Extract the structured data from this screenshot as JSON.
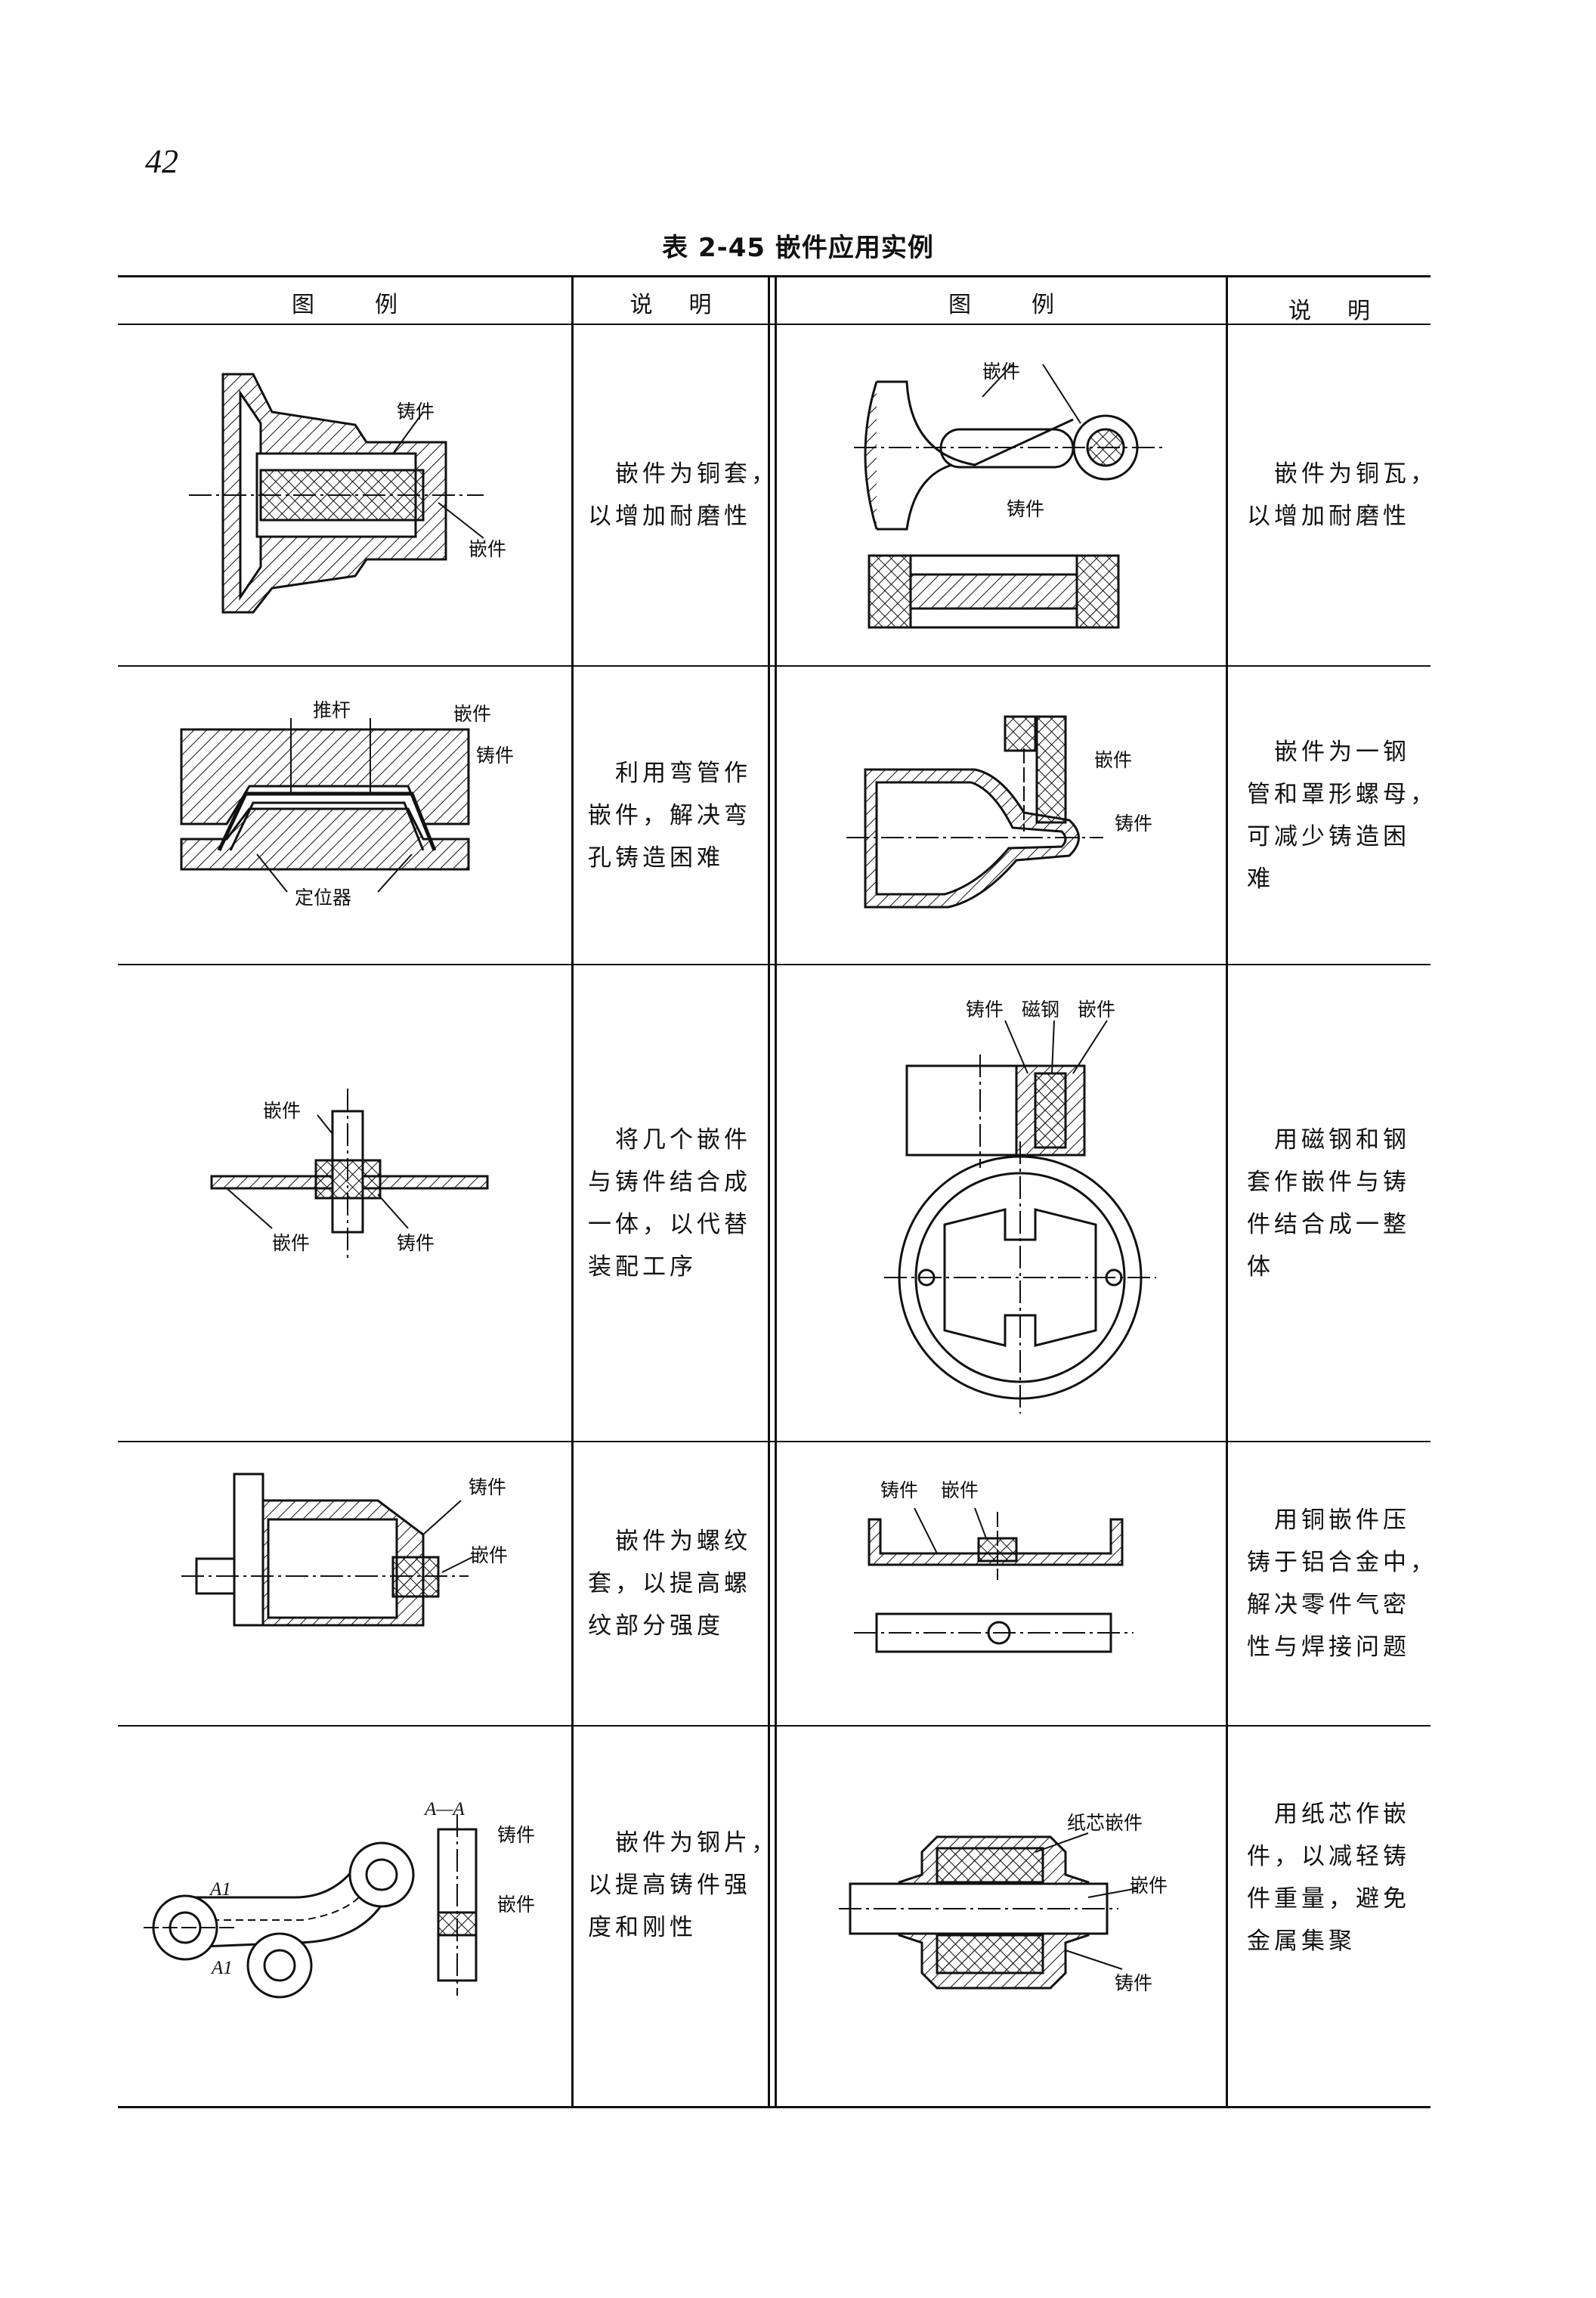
{
  "page_number": "42",
  "title": "表 2-45   嵌件应用实例",
  "headers": {
    "figure_left": [
      "图",
      "例"
    ],
    "desc_left": [
      "说",
      "明"
    ],
    "figure_right": [
      "图",
      "例"
    ],
    "desc_right": [
      "说",
      "明"
    ]
  },
  "rows": [
    {
      "left": {
        "labels": [
          "铸件",
          "嵌件"
        ],
        "description": [
          "　嵌件为铜套，",
          "以增加耐磨性"
        ]
      },
      "right": {
        "labels": [
          "嵌件",
          "铸件"
        ],
        "description": [
          "　嵌件为铜瓦，",
          "以增加耐磨性"
        ]
      }
    },
    {
      "left": {
        "labels": [
          "推杆",
          "嵌件",
          "铸件",
          "定位器"
        ],
        "description": [
          "　利用弯管作",
          "嵌件，解决弯",
          "孔铸造困难"
        ]
      },
      "right": {
        "labels": [
          "嵌件",
          "铸件"
        ],
        "description": [
          "　嵌件为一钢",
          "管和罩形螺母，",
          "可减少铸造困",
          "难"
        ]
      }
    },
    {
      "left": {
        "labels": [
          "嵌件",
          "嵌件",
          "铸件"
        ],
        "description": [
          "　将几个嵌件",
          "与铸件结合成",
          "一体，以代替",
          "装配工序"
        ]
      },
      "right": {
        "labels": [
          "铸件",
          "磁钢",
          "嵌件"
        ],
        "description": [
          "　用磁钢和钢",
          "套作嵌件与铸",
          "件结合成一整",
          "体"
        ]
      }
    },
    {
      "left": {
        "labels": [
          "铸件",
          "嵌件"
        ],
        "description": [
          "　嵌件为螺纹",
          "套，以提高螺",
          "纹部分强度"
        ]
      },
      "right": {
        "labels": [
          "铸件",
          "嵌件"
        ],
        "description": [
          "　用铜嵌件压",
          "铸于铝合金中，",
          "解决零件气密",
          "性与焊接问题"
        ]
      }
    },
    {
      "left": {
        "labels": [
          "A—A",
          "铸件",
          "嵌件",
          "A1",
          "A1"
        ],
        "description": [
          "　嵌件为钢片，",
          "以提高铸件强",
          "度和刚性"
        ]
      },
      "right": {
        "labels": [
          "纸芯嵌件",
          "嵌件",
          "铸件"
        ],
        "description": [
          "　用纸芯作嵌",
          "件，以减轻铸",
          "件重量，避免",
          "金属集聚"
        ]
      }
    }
  ]
}
